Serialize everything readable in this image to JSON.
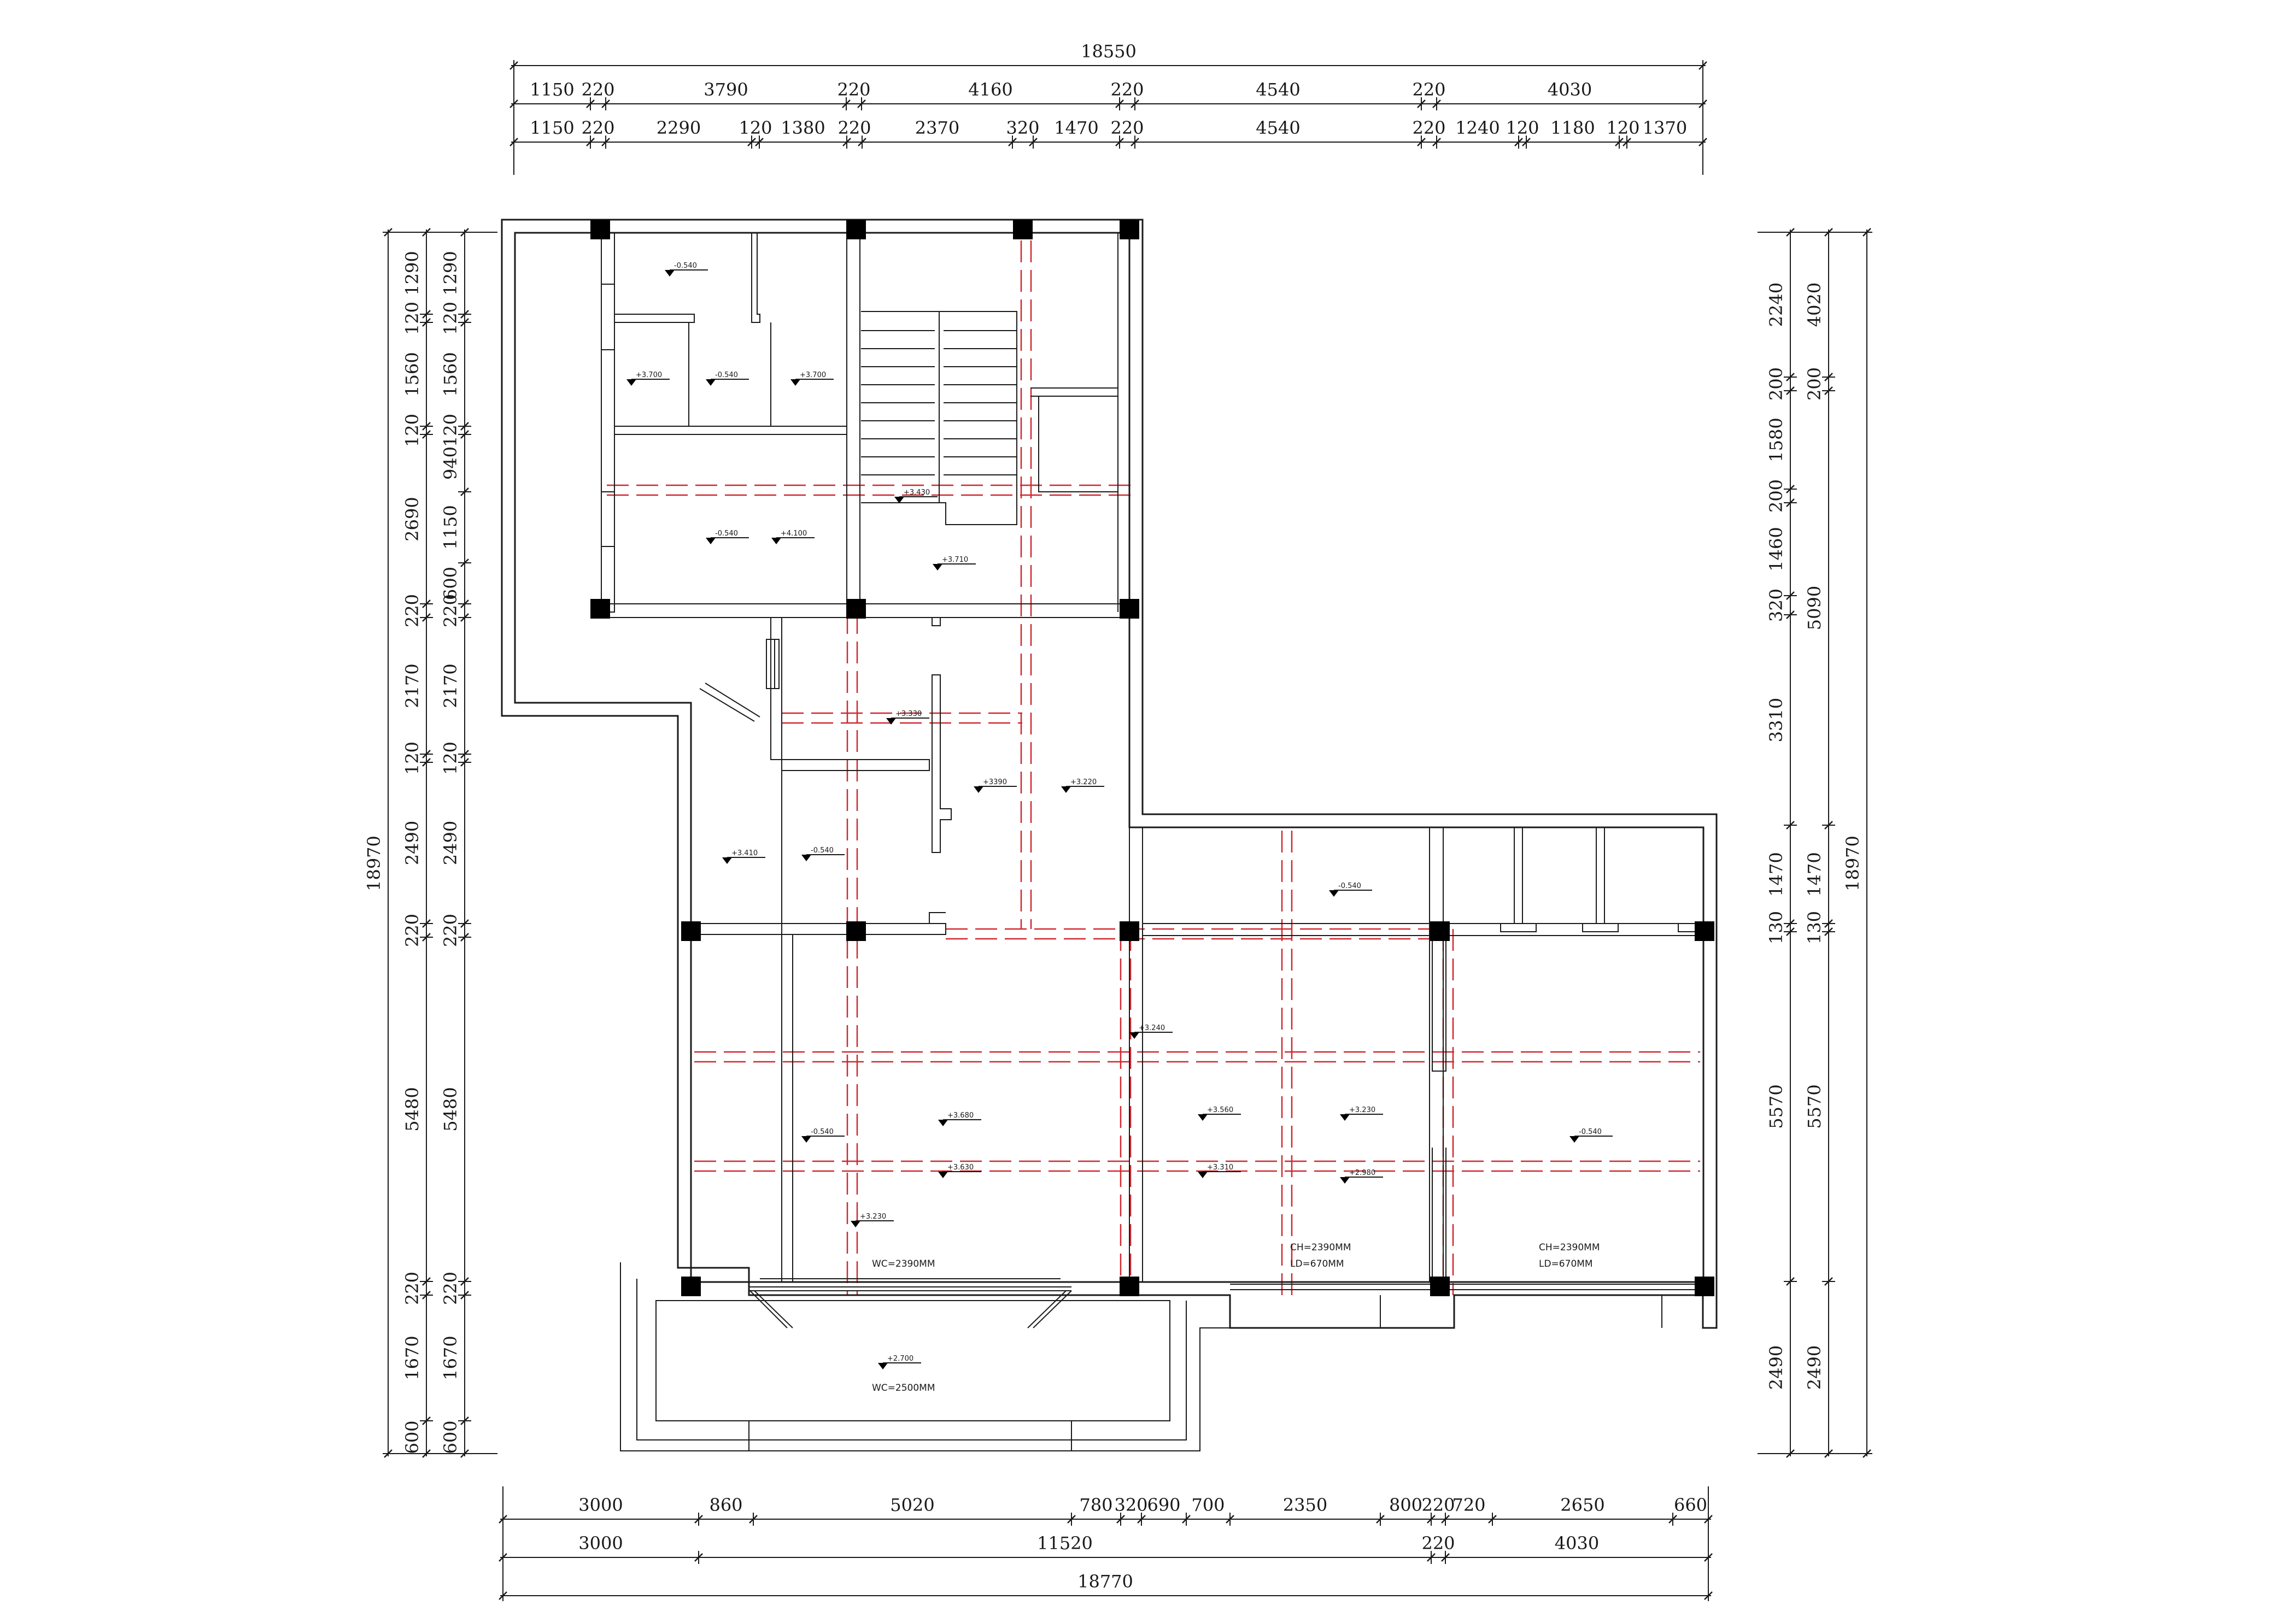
{
  "dimensions": {
    "top_total": "18550",
    "top_row1": [
      "1150",
      "220",
      "3790",
      "220",
      "4160",
      "220",
      "4540",
      "220",
      "4030"
    ],
    "top_row2": [
      "1150",
      "220",
      "2290",
      "120",
      "1380",
      "220",
      "2370",
      "320",
      "1470",
      "220",
      "4540",
      "220",
      "1240",
      "120",
      "1180",
      "120",
      "1370"
    ],
    "bottom_row1": [
      "3000",
      "860",
      "5020",
      "780",
      "320",
      "690",
      "700",
      "2350",
      "800",
      "220",
      "720",
      "2650",
      "660"
    ],
    "bottom_row2": [
      "3000",
      "11520",
      "220",
      "4030"
    ],
    "bottom_total": "18770",
    "left_total": "18970",
    "left_outer": [
      "1290",
      "120",
      "1560",
      "120",
      "2690",
      "220",
      "2170",
      "120",
      "2490",
      "220",
      "5480",
      "220",
      "1670",
      "600"
    ],
    "left_inner": [
      "1290",
      "120",
      "1560",
      "120",
      "940",
      "1150",
      "600",
      "220",
      "2170",
      "120",
      "2490",
      "220",
      "5480",
      "220",
      "1670",
      "600"
    ],
    "right_total": "18970",
    "right_outer": [
      "2240",
      "200",
      "1580",
      "200",
      "1460",
      "320",
      "3310",
      "1470",
      "130",
      "5570",
      "2490"
    ],
    "right_inner": [
      "4020",
      "200",
      "5090",
      "1470",
      "130",
      "5570",
      "2490"
    ]
  },
  "elevations": [
    "-0.540",
    "+3.700",
    "-0.540",
    "+3.700",
    "+3.430",
    "-0.540",
    "+4.100",
    "+3.710",
    "+3.330",
    "+3390",
    "+3.220",
    "+3.410",
    "-0.540",
    "-0.540",
    "+3.240",
    "+3.680",
    "+3.560",
    "+3.230",
    "-0.540",
    "+3.630",
    "+3.310",
    "+2.980",
    "-0.540",
    "+3.230",
    "+2.700"
  ],
  "notes": [
    "WC=2390MM",
    "CH=2390MM",
    "LD=670MM",
    "CH=2390MM",
    "LD=670MM",
    "WC=2500MM"
  ]
}
